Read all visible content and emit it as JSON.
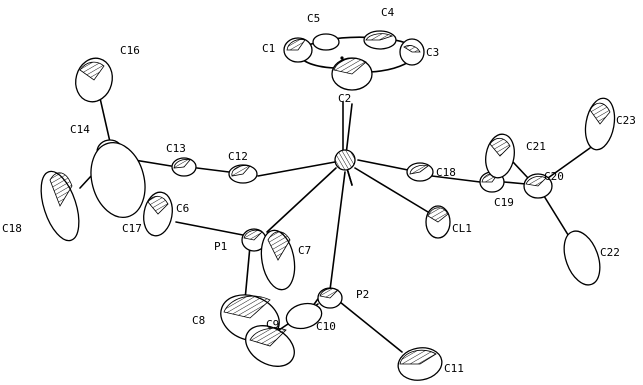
{
  "figure": {
    "labels": {
      "c1": "C1",
      "c2": "C2",
      "c3": "C3",
      "c4": "C4",
      "c5": "C5",
      "c6": "C6",
      "c7": "C7",
      "c8": "C8",
      "c9": "C9",
      "c10": "C10",
      "c11": "C11",
      "c12": "C12",
      "c13": "C13",
      "c14": "C14",
      "c16": "C16",
      "c17": "C17",
      "c18": "C18",
      "c18b": "C18",
      "c19": "C19",
      "c20": "C20",
      "c21": "C21",
      "c22": "C22",
      "c23": "C23",
      "p1": "P1",
      "p2": "P2",
      "cl1": "CL1"
    },
    "colors": {
      "ink": "#000000",
      "background": "#ffffff"
    }
  }
}
